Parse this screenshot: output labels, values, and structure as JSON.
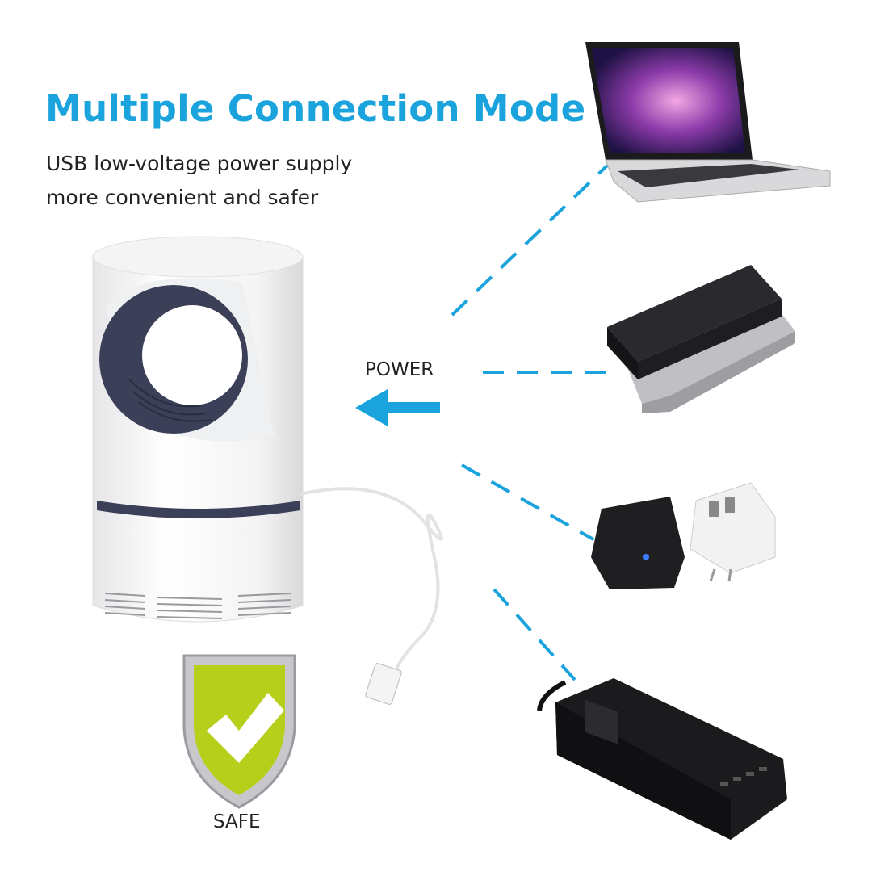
{
  "header": {
    "title": "Multiple Connection Mode",
    "subtitle_line1": "USB low-voltage power supply",
    "subtitle_line2": "more convenient and safer"
  },
  "labels": {
    "power": "POWER",
    "safe": "SAFE"
  },
  "colors": {
    "accent": "#1aa3dc",
    "lamp_ring": "#3b3f57",
    "shield_green": "#b5cf1a"
  }
}
